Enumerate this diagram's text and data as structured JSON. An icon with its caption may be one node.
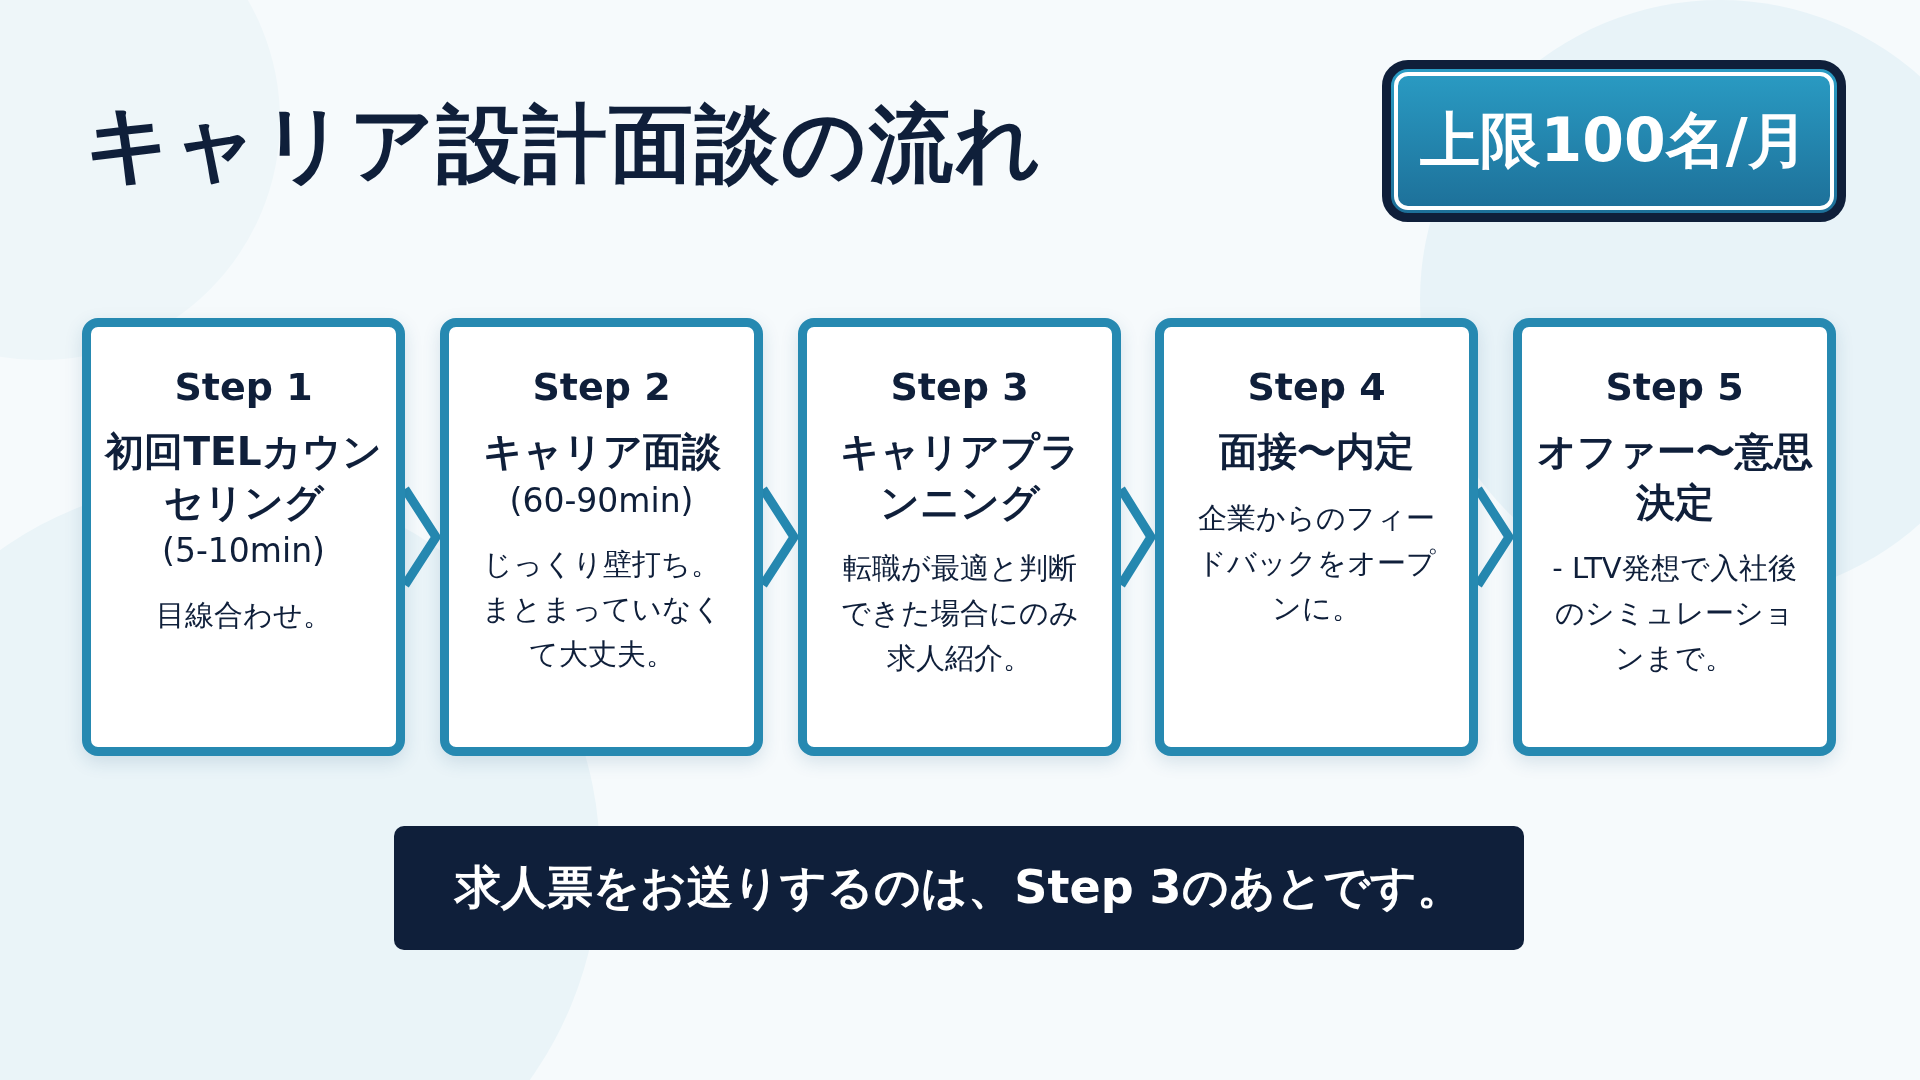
{
  "diagram": {
    "title": "キャリア設計面談の流れ",
    "nodes": [
      {
        "text": [
          "上限100名/月"
        ]
      },
      {
        "text": [
          "Step 1",
          "初回TELカウンセリング",
          "(5-10min)",
          "目線合わせ。"
        ]
      },
      {
        "text": [
          "Step 2",
          "キャリア面談",
          "(60-90min)",
          "じっくり壁打ち。まとまっていなくて大丈夫。"
        ]
      },
      {
        "text": [
          "Step 3",
          "キャリアプランニング",
          "転職が最適と判断できた場合にのみ求人紹介。"
        ]
      },
      {
        "text": [
          "Step 4",
          "面接〜内定",
          "企業からのフィードバックをオープンに。"
        ]
      },
      {
        "text": [
          "Step 5",
          "オファー〜意思決定",
          "- LTV発想で入社後のシミュレーションまで。"
        ]
      },
      {
        "text": [
          "求人票をお送りするのは、Step 3のあとです。"
        ]
      }
    ],
    "edges": [
      {
        "from": 1,
        "to": 2,
        "arrow": "to"
      },
      {
        "from": 2,
        "to": 3,
        "arrow": "to"
      },
      {
        "from": 3,
        "to": 4,
        "arrow": "to"
      },
      {
        "from": 4,
        "to": 5,
        "arrow": "to"
      }
    ]
  }
}
